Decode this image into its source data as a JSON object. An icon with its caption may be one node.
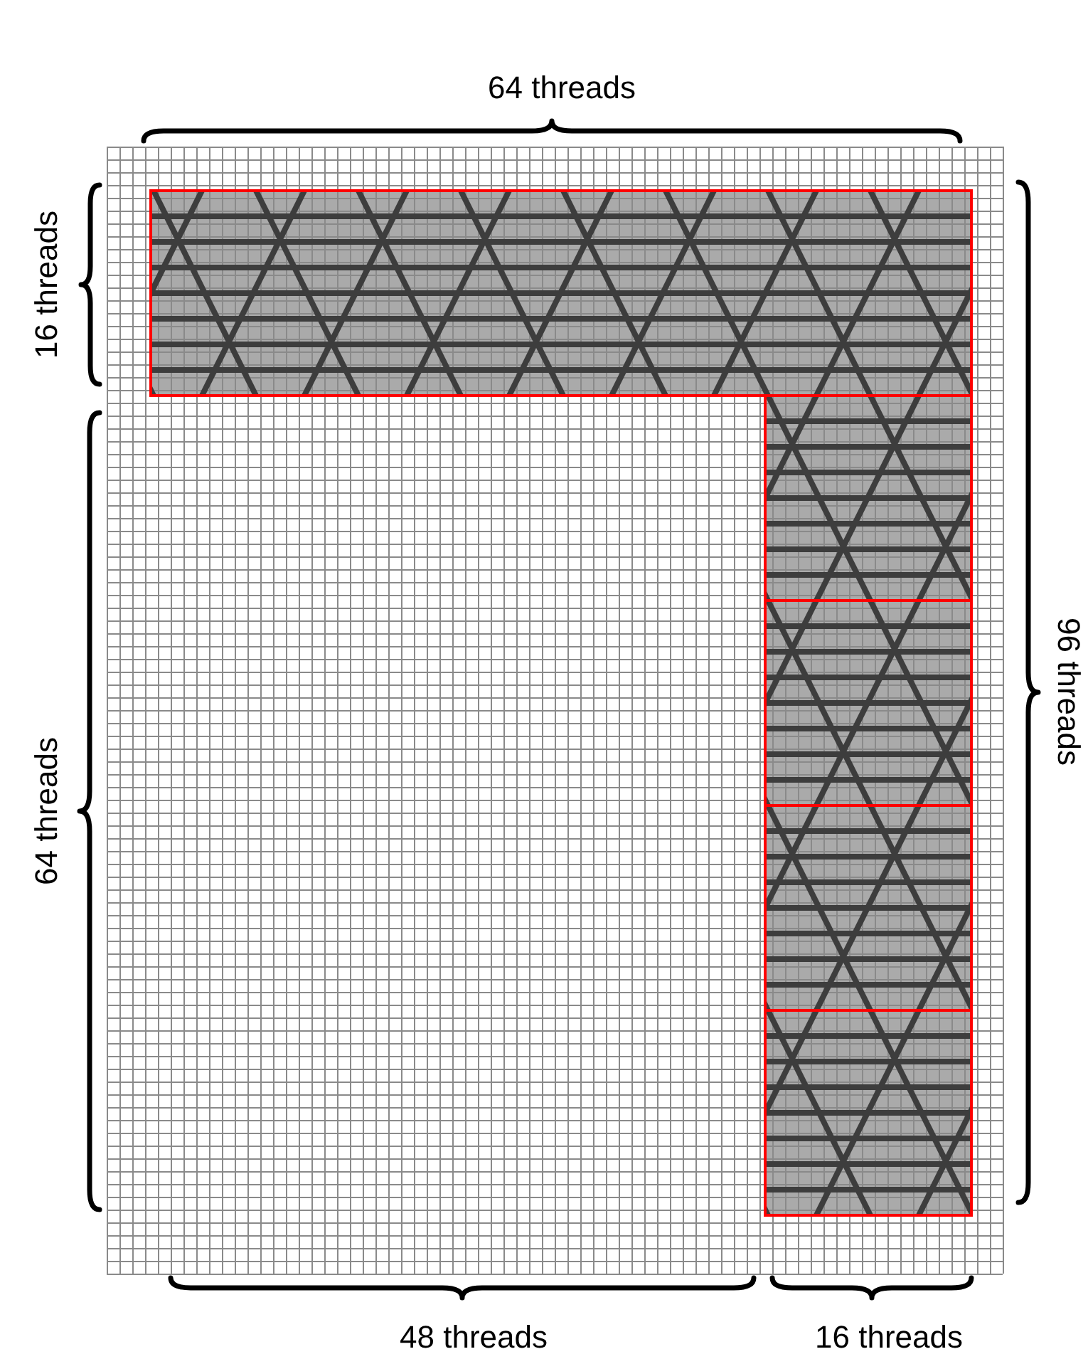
{
  "diagram": {
    "labels": [
      "64 threads",
      "16 threads",
      "96 threads",
      "64 threads",
      "48 threads",
      "16 threads"
    ]
  }
}
